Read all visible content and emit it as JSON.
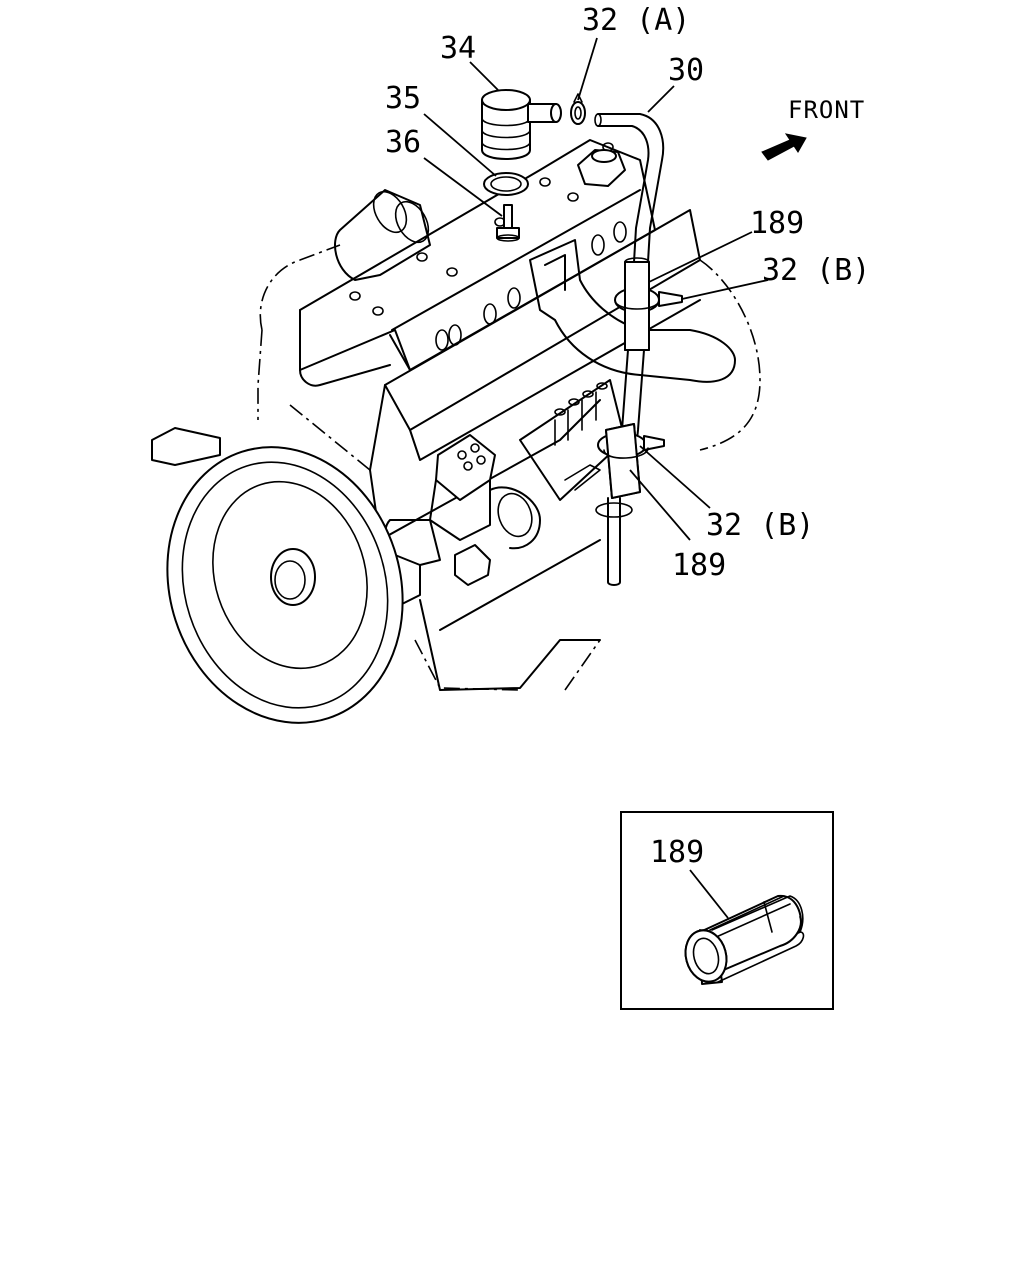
{
  "direction_label": "FRONT",
  "callouts": {
    "c34": "34",
    "c32a": "32 (A)",
    "c30": "30",
    "c35": "35",
    "c36": "36",
    "c189_top": "189",
    "c32b_top": "32 (B)",
    "c32b_bottom": "32 (B)",
    "c189_bottom": "189",
    "c189_detail": "189"
  }
}
